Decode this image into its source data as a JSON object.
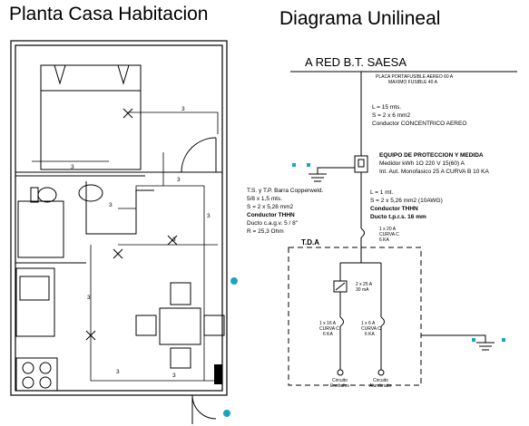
{
  "floor_plan": {
    "title": "Planta Casa Habitacion",
    "circuit_marks": [
      "3",
      "3",
      "3",
      "3",
      "3",
      "3",
      "3",
      "3",
      "3"
    ]
  },
  "unifilar": {
    "title": "Diagrama Unilineal",
    "supply": "A RED B.T. SAESA",
    "fuse_note_1": "PLACA PORTAFUSIBLE AEREO 60 A",
    "fuse_note_2": "MAXIMO FUSIBLE 40 A",
    "feeder_length": "L = 15 mts.",
    "feeder_section": "S = 2 x 6 mm2",
    "feeder_conductor": "Conductor CONCENTRICO AEREO",
    "protection_title": "EQUIPO DE PROTECCION Y MEDIDA",
    "protection_meter": "Medidor kWh 1O 220 V 15(60) A",
    "protection_breaker": "Int. Aut. Monofasico 25 A CURVA B 10 KA",
    "ground_1": "T.S. y T.P. Barra Copperweld.",
    "ground_2": "5/8 x 1,5 mts.",
    "ground_3": "S = 2 x 5,26 mm2",
    "ground_4": "Conductor THHN",
    "ground_5": "Ducto c.a.g.v. 5 / 8\"",
    "ground_6": "R = 25,3 Ohm",
    "sub_length": "L = 1 mt.",
    "sub_section": "S = 2 x 5,26 mm2 (10AWG)",
    "sub_conductor": "Conductor THHN",
    "sub_duct": "Ducto t.p.r.s. 16 mm",
    "main_breaker_1": "1 x 20 A",
    "main_breaker_2": "CURVA C",
    "main_breaker_3": "6 KA",
    "panel_label": "T.D.A",
    "rcd_1": "2 x 25 A",
    "rcd_2": "30 mA",
    "cb1_1": "1 x 16 A",
    "cb1_2": "CURVA C",
    "cb1_3": "6 KA",
    "cb2_1": "1 x 6 A",
    "cb2_2": "CURVA C",
    "cb2_3": "6 KA",
    "circuit1_1": "Circuito",
    "circuit1_2": "Enchufes",
    "circuit2_1": "Circuito",
    "circuit2_2": "Alumbrado"
  },
  "colors": {
    "ground_accent": "#1ca3c4",
    "line": "#000000"
  }
}
